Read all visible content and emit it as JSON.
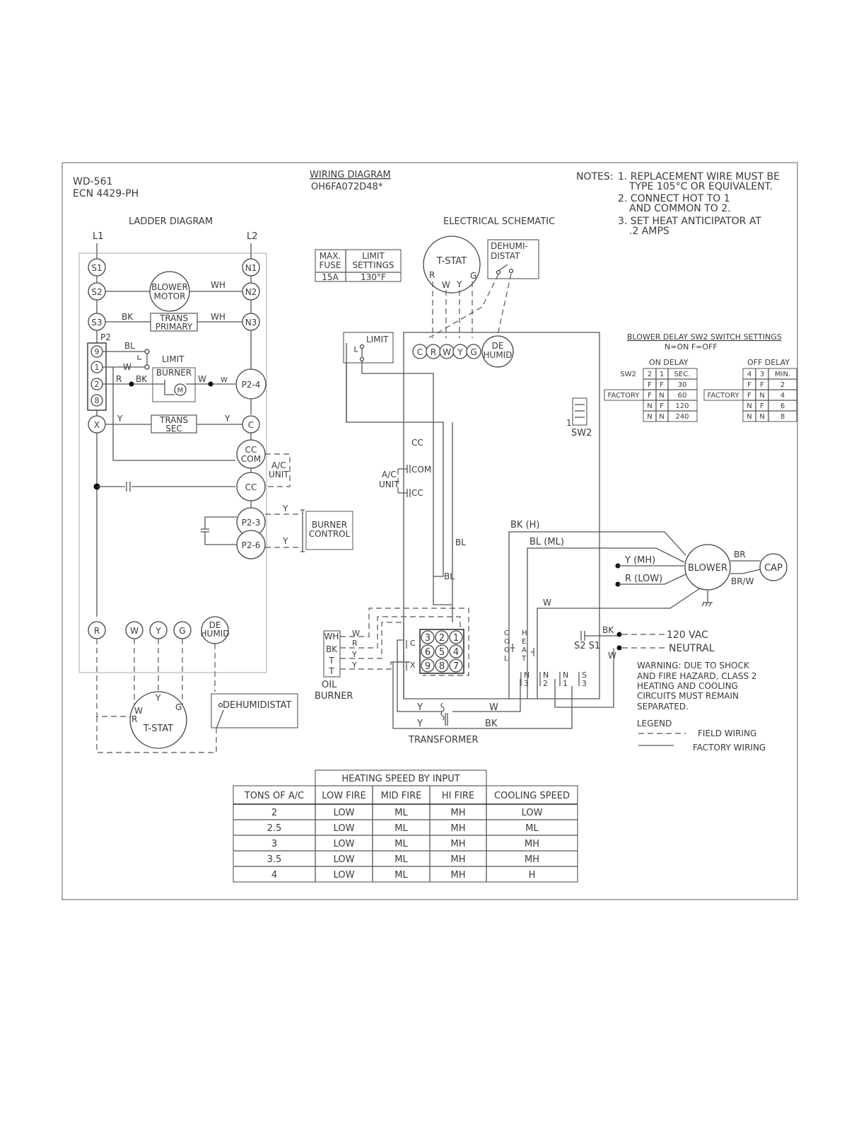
{
  "header": {
    "doc_no": "WD-561",
    "ecn": "ECN 4429-PH",
    "title": "WIRING DIAGRAM",
    "model": "OH6FA072D48*"
  },
  "notes": {
    "label": "NOTES:",
    "n1a": "1. REPLACEMENT WIRE MUST BE",
    "n1b": "TYPE 105°C OR EQUIVALENT.",
    "n2a": "2. CONNECT HOT TO 1",
    "n2b": "AND COMMON TO 2.",
    "n3a": "3. SET HEAT ANTICIPATOR AT",
    "n3b": ".2 AMPS"
  },
  "ladder": {
    "title": "LADDER DIAGRAM",
    "l1": "L1",
    "l2": "L2",
    "s1": "S1",
    "s2": "S2",
    "s3": "S3",
    "n1": "N1",
    "n2": "N2",
    "n3": "N3",
    "blower1": "BLOWER",
    "blower2": "MOTOR",
    "trans1": "TRANS",
    "trans2": "PRIMARY",
    "wh": "WH",
    "bk": "BK",
    "p2": "P2",
    "pin9": "9",
    "pin1": "1",
    "pin2": "2",
    "pin8": "8",
    "bl": "BL",
    "w": "W",
    "r": "R",
    "limit": "LIMIT",
    "burner": "BURNER",
    "m": "M",
    "p24": "P2-4",
    "x": "X",
    "y": "Y",
    "c": "C",
    "tsec1": "TRANS",
    "tsec2": "SEC",
    "cccom1": "CC",
    "cccom2": "COM",
    "cc": "CC",
    "ac1": "A/C",
    "ac2": "UNIT",
    "p23": "P2-3",
    "p26": "P2-6",
    "bc1": "BURNER",
    "bc2": "CONTROL",
    "term_r": "R",
    "term_w": "W",
    "term_y": "Y",
    "term_g": "G",
    "dh1": "DE",
    "dh2": "HUMID",
    "tstat": "T-STAT",
    "dehumidistat": "DEHUMIDISTAT"
  },
  "limits_table": {
    "h1a": "MAX.",
    "h1b": "FUSE",
    "h2a": "LIMIT",
    "h2b": "SETTINGS",
    "fuse": "15A",
    "setting": "130°F"
  },
  "schematic": {
    "title": "ELECTRICAL SCHEMATIC",
    "tstat": "T-STAT",
    "tr": "R",
    "tw": "W",
    "ty": "Y",
    "tg": "G",
    "dh1": "DEHUMI-",
    "dh2": "DISTAT",
    "limit": "LIMIT",
    "c": "C",
    "r": "R",
    "w": "W",
    "y": "Y",
    "g": "G",
    "dehumid1": "DE",
    "dehumid2": "HUMID",
    "cccom1": "CC",
    "cccom2": "COM",
    "ac1": "A/C",
    "ac2": "UNIT",
    "cc": "CC",
    "bl1": "BL",
    "bl2": "BL",
    "bk_h": "BK (H)",
    "bl_ml": "BL (ML)",
    "y_mh": "Y (MH)",
    "r_low": "R (LOW)",
    "blower": "BLOWER",
    "br": "BR",
    "brw": "BR/W",
    "cap": "CAP",
    "w_wire": "W",
    "sw2_1": "1",
    "sw2": "SW2",
    "oil1": "OIL",
    "oil2": "BURNER",
    "wh": "WH",
    "bk": "BK",
    "t1": "T",
    "t2": "T",
    "ww": "W",
    "wr": "R",
    "wy1": "Y",
    "wy2": "Y",
    "c_lbl": "C",
    "x_lbl": "X",
    "pins": [
      "3",
      "2",
      "1",
      "6",
      "5",
      "4",
      "9",
      "8",
      "7"
    ],
    "cool": [
      "C",
      "O",
      "O",
      "L"
    ],
    "heat": [
      "H",
      "E",
      "A",
      "T"
    ],
    "n3a": "N",
    "n3b": "3",
    "n2a": "N",
    "n2b": "2",
    "n1a": "N",
    "n1b": "1",
    "s3a": "S",
    "s3b": "3",
    "s2s1": "S2 S1",
    "bk2": "BK",
    "vac": "120 VAC",
    "wn": "W",
    "neutral": "NEUTRAL",
    "tw2": "W",
    "ty2": "Y",
    "tbk": "BK",
    "transformer": "TRANSFORMER"
  },
  "warning": {
    "l1": "WARNING: DUE TO SHOCK",
    "l2": "AND FIRE HAZARD, CLASS 2",
    "l3": "HEATING AND COOLING",
    "l4": "CIRCUITS MUST REMAIN",
    "l5": "SEPARATED."
  },
  "legend": {
    "title": "LEGEND",
    "field": "FIELD WIRING",
    "factory": "FACTORY WIRING"
  },
  "blower_delay": {
    "title": "BLOWER DELAY SW2 SWITCH SETTINGS",
    "subtitle": "N=ON F=OFF",
    "on_title": "ON DELAY",
    "off_title": "OFF DELAY",
    "on_headers": [
      "SW2",
      "2",
      "1",
      "SEC."
    ],
    "off_headers": [
      "4",
      "3",
      "MIN."
    ],
    "factory": "FACTORY",
    "on_rows": [
      [
        "F",
        "F",
        "30"
      ],
      [
        "F",
        "N",
        "60"
      ],
      [
        "N",
        "F",
        "120"
      ],
      [
        "N",
        "N",
        "240"
      ]
    ],
    "off_rows": [
      [
        "F",
        "F",
        "2"
      ],
      [
        "F",
        "N",
        "4"
      ],
      [
        "N",
        "F",
        "6"
      ],
      [
        "N",
        "N",
        "8"
      ]
    ]
  },
  "speed_table": {
    "title": "HEATING SPEED BY INPUT",
    "headers": [
      "TONS OF A/C",
      "LOW FIRE",
      "MID FIRE",
      "HI FIRE",
      "COOLING SPEED"
    ],
    "rows": [
      [
        "2",
        "LOW",
        "ML",
        "MH",
        "LOW"
      ],
      [
        "2.5",
        "LOW",
        "ML",
        "MH",
        "ML"
      ],
      [
        "3",
        "LOW",
        "ML",
        "MH",
        "MH"
      ],
      [
        "3.5",
        "LOW",
        "ML",
        "MH",
        "MH"
      ],
      [
        "4",
        "LOW",
        "ML",
        "MH",
        "H"
      ]
    ]
  }
}
